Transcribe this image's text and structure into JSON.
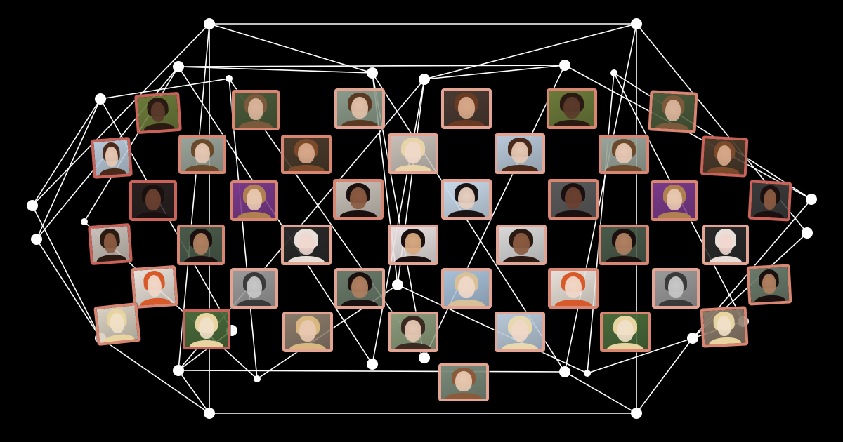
{
  "scene": {
    "description_tag": "social-network-faces",
    "background_color": "#000000",
    "line_color": "#ffffff",
    "node_color": "#ffffff",
    "frame_colors": {
      "light": "#e3a493",
      "mid": "#d88572",
      "dark": "#c9635a"
    }
  },
  "photos": [
    {
      "id": "p1",
      "frame": "dark",
      "skin": "#5a3a2a",
      "hair": "#2a1a12",
      "bg": "#6b7a3a"
    },
    {
      "id": "p2",
      "frame": "mid",
      "skin": "#d9b49a",
      "hair": "#7a5a3a",
      "bg": "#4a5a3a"
    },
    {
      "id": "p3",
      "frame": "light",
      "skin": "#e2c0a8",
      "hair": "#5a3a22",
      "bg": "#8a9a8a"
    },
    {
      "id": "p4",
      "frame": "light",
      "skin": "#d8a88a",
      "hair": "#6a3a22",
      "bg": "#4a3a32"
    },
    {
      "id": "p5",
      "frame": "mid",
      "skin": "#5a3a2a",
      "hair": "#2a1a12",
      "bg": "#6b7a3a"
    },
    {
      "id": "p6",
      "frame": "mid",
      "skin": "#d9b49a",
      "hair": "#7a5a3a",
      "bg": "#4a5a3a"
    },
    {
      "id": "p7",
      "frame": "dark",
      "skin": "#e6c8b4",
      "hair": "#4a2a1a",
      "bg": "#b8c8d8"
    },
    {
      "id": "p8",
      "frame": "mid",
      "skin": "#e6c8b4",
      "hair": "#6a4a2a",
      "bg": "#9aa49a"
    },
    {
      "id": "p9",
      "frame": "mid",
      "skin": "#d8a88a",
      "hair": "#7a4a2a",
      "bg": "#4a3a2a"
    },
    {
      "id": "p10",
      "frame": "light",
      "skin": "#f0d8c8",
      "hair": "#e8d4a8",
      "bg": "#c8c0b8"
    },
    {
      "id": "p11",
      "frame": "light",
      "skin": "#e6c8b4",
      "hair": "#4a2a1a",
      "bg": "#b8c8d8"
    },
    {
      "id": "p12",
      "frame": "mid",
      "skin": "#e6c8b4",
      "hair": "#6a4a2a",
      "bg": "#9aa49a"
    },
    {
      "id": "p13",
      "frame": "dark",
      "skin": "#d8a88a",
      "hair": "#7a4a2a",
      "bg": "#4a3a2a"
    },
    {
      "id": "p14",
      "frame": "dark",
      "skin": "#6a4030",
      "hair": "#1a1010",
      "bg": "#2a2020"
    },
    {
      "id": "p15",
      "frame": "mid",
      "skin": "#e8c8b0",
      "hair": "#b08050",
      "bg": "#7a3a8a"
    },
    {
      "id": "p16",
      "frame": "mid",
      "skin": "#8a5a40",
      "hair": "#1a1010",
      "bg": "#c8c0b8"
    },
    {
      "id": "p17",
      "frame": "light",
      "skin": "#e8d0c0",
      "hair": "#1a1414",
      "bg": "#c8d8e8"
    },
    {
      "id": "p18",
      "frame": "mid",
      "skin": "#6a4030",
      "hair": "#1a1010",
      "bg": "#5a5a5a"
    },
    {
      "id": "p19",
      "frame": "mid",
      "skin": "#e8c8b0",
      "hair": "#b08050",
      "bg": "#7a3a8a"
    },
    {
      "id": "p20",
      "frame": "dark",
      "skin": "#8a5a40",
      "hair": "#1a1010",
      "bg": "#3a3a3a"
    },
    {
      "id": "p21",
      "frame": "dark",
      "skin": "#8a5a40",
      "hair": "#2a1a12",
      "bg": "#c8c0b8"
    },
    {
      "id": "p22",
      "frame": "mid",
      "skin": "#b08060",
      "hair": "#1a1010",
      "bg": "#4a5a4a"
    },
    {
      "id": "p23",
      "frame": "light",
      "skin": "#f0d8d0",
      "hair": "#e8e0d8",
      "bg": "#2a2a2a"
    },
    {
      "id": "p24",
      "frame": "light",
      "skin": "#d8a880",
      "hair": "#1a1010",
      "bg": "#e8e0e0"
    },
    {
      "id": "p25",
      "frame": "light",
      "skin": "#8a5a40",
      "hair": "#2a1a12",
      "bg": "#d8d8d8"
    },
    {
      "id": "p26",
      "frame": "mid",
      "skin": "#b08060",
      "hair": "#1a1010",
      "bg": "#4a5a4a"
    },
    {
      "id": "p27",
      "frame": "light",
      "skin": "#f0d8d0",
      "hair": "#e8e0d8",
      "bg": "#2a2a2a"
    },
    {
      "id": "p28",
      "frame": "mid",
      "skin": "#f0d8c8",
      "hair": "#d85a2a",
      "bg": "#e8e0d8"
    },
    {
      "id": "p29",
      "frame": "light",
      "skin": "#c8c8c8",
      "hair": "#3a3a3a",
      "bg": "#9a9a9a"
    },
    {
      "id": "p30",
      "frame": "light",
      "skin": "#b08060",
      "hair": "#1a1010",
      "bg": "#6a7a6a"
    },
    {
      "id": "p31",
      "frame": "light",
      "skin": "#f0d8c8",
      "hair": "#d8c098",
      "bg": "#a8c0d8"
    },
    {
      "id": "p32",
      "frame": "mid",
      "skin": "#f0d8c8",
      "hair": "#d85a2a",
      "bg": "#e8e0d8"
    },
    {
      "id": "p33",
      "frame": "light",
      "skin": "#c8c8c8",
      "hair": "#3a3a3a",
      "bg": "#9a9a9a"
    },
    {
      "id": "p34",
      "frame": "mid",
      "skin": "#b08060",
      "hair": "#1a1010",
      "bg": "#6a7a6a"
    },
    {
      "id": "p35",
      "frame": "mid",
      "skin": "#f0e0c8",
      "hair": "#e8d4a0",
      "bg": "#d8d0c0"
    },
    {
      "id": "p36",
      "frame": "dark",
      "skin": "#f0e0c8",
      "hair": "#e8d4a0",
      "bg": "#4a6a3a"
    },
    {
      "id": "p37",
      "frame": "light",
      "skin": "#e8c8b0",
      "hair": "#d8b880",
      "bg": "#8a7a6a"
    },
    {
      "id": "p38",
      "frame": "light",
      "skin": "#e6c8b4",
      "hair": "#3a2a22",
      "bg": "#8a9a7a"
    },
    {
      "id": "p39",
      "frame": "light",
      "skin": "#f0d8c8",
      "hair": "#e8d8b0",
      "bg": "#b8c8d8"
    },
    {
      "id": "p40",
      "frame": "mid",
      "skin": "#f0e0c8",
      "hair": "#e8d4a0",
      "bg": "#4a6a3a"
    },
    {
      "id": "p41",
      "frame": "mid",
      "skin": "#f0e0c8",
      "hair": "#e8d4a0",
      "bg": "#8a7a6a"
    },
    {
      "id": "p42",
      "frame": "light",
      "skin": "#e8c8b0",
      "hair": "#8a5a3a",
      "bg": "#7a8a7a"
    }
  ]
}
